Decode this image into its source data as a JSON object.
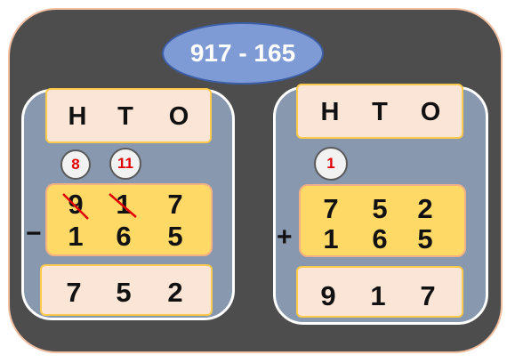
{
  "title": "917 - 165",
  "left": {
    "headers": [
      "H",
      "T",
      "O"
    ],
    "borrows": [
      "8",
      "11"
    ],
    "top_row": [
      "9",
      "1",
      "7"
    ],
    "bottom_row": [
      "1",
      "6",
      "5"
    ],
    "operator": "−",
    "result": [
      "7",
      "5",
      "2"
    ],
    "struck_digits": [
      "9",
      "1"
    ],
    "strike_color": "#e00000"
  },
  "right": {
    "headers": [
      "H",
      "T",
      "O"
    ],
    "carries": [
      "1"
    ],
    "top_row": [
      "7",
      "5",
      "2"
    ],
    "bottom_row": [
      "1",
      "6",
      "5"
    ],
    "operator": "+",
    "result": [
      "9",
      "1",
      "7"
    ]
  },
  "colors": {
    "background": "#4d4d4d",
    "title_fill": "#7f9bd6",
    "panel_fill": "#8898ae",
    "header_fill": "#fbe5d6",
    "digits_fill": "#ffd966",
    "note_text": "#e00000"
  }
}
